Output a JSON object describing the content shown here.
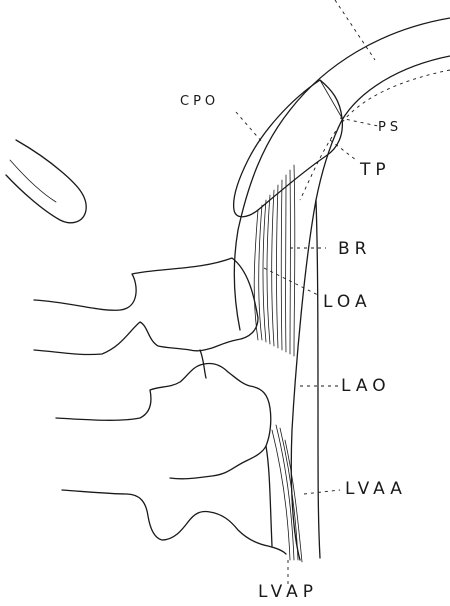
{
  "labels": {
    "cpo": "CPO",
    "ps": "PS",
    "tp": "TP",
    "br": "BR",
    "loa": "LOA",
    "lao": "LAO",
    "lvaa": "LVAA",
    "lvap": "LVAP"
  }
}
